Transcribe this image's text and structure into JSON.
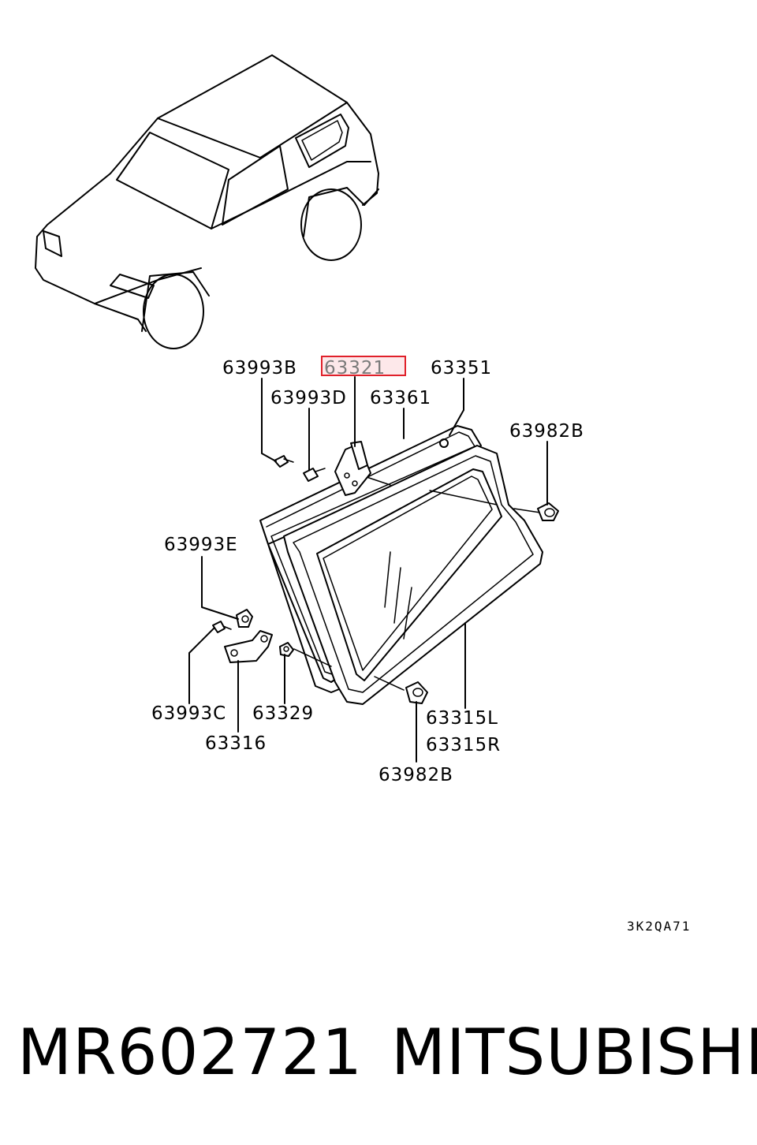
{
  "diagram": {
    "highlighted_part": "63321",
    "callouts": [
      {
        "id": "63993B"
      },
      {
        "id": "63321"
      },
      {
        "id": "63351"
      },
      {
        "id": "63993D"
      },
      {
        "id": "63361"
      },
      {
        "id": "63982B"
      },
      {
        "id": "63993E"
      },
      {
        "id": "63993C"
      },
      {
        "id": "63329"
      },
      {
        "id": "63316"
      },
      {
        "id": "63315L"
      },
      {
        "id": "63315R"
      },
      {
        "id": "63982B"
      }
    ],
    "drawing_code": "3K2QA71",
    "highlight_colors": {
      "fill": "#fde8ea",
      "stroke": "#e0202a"
    }
  },
  "footer": {
    "part_number": "MR602721",
    "brand": "MITSUBISHI"
  }
}
